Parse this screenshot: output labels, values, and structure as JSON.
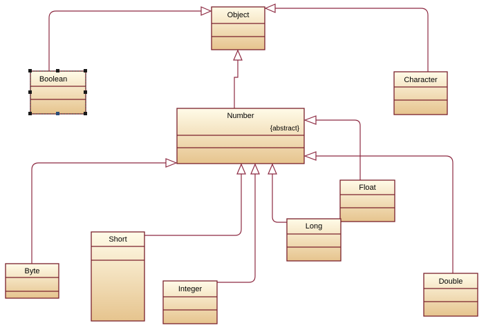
{
  "diagram": {
    "classes": {
      "object": {
        "name": "Object"
      },
      "boolean": {
        "name": "Boolean"
      },
      "character": {
        "name": "Character"
      },
      "number": {
        "name": "Number",
        "stereotype": "{abstract}"
      },
      "byte": {
        "name": "Byte"
      },
      "short": {
        "name": "Short"
      },
      "integer": {
        "name": "Integer"
      },
      "long": {
        "name": "Long"
      },
      "float": {
        "name": "Float"
      },
      "double": {
        "name": "Double"
      }
    },
    "colors": {
      "box_top": "#fffbe8",
      "box_bottom": "#e6c48e",
      "border": "#7a1f2b",
      "connector": "#8c2840"
    }
  }
}
